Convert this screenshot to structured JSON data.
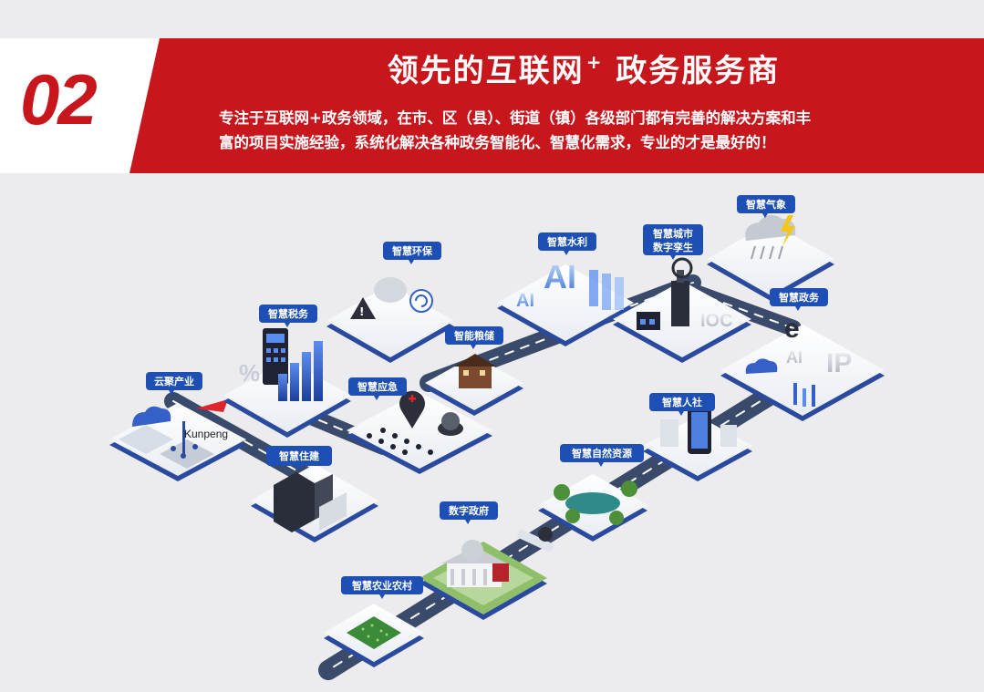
{
  "header": {
    "number": "02",
    "title_main": "领先的互联网",
    "title_sup": "+",
    "title_tail": "政务服务商",
    "desc_line1": "专注于互联网+政务领域，在市、区（县）、街道（镇）各级部门都有完善的解决方案和丰",
    "desc_line2": "富的项目实施经验，系统化解决各种政务智能化、智慧化需求，专业的才是最好的！"
  },
  "tiles": {
    "cloud_industry": "云聚产业",
    "tax": "智慧税务",
    "environment": "智慧环保",
    "water": "智慧水利",
    "city_twin_l1": "智慧城市",
    "city_twin_l2": "数字孪生",
    "weather": "智慧气象",
    "gov_affairs": "智慧政务",
    "grain": "智能粮储",
    "emergency": "智慧应急",
    "housing": "智慧住建",
    "hr": "智慧人社",
    "natural_resources": "智慧自然资源",
    "digital_gov": "数字政府",
    "agriculture": "智慧农业农村"
  },
  "decor": {
    "kunpeng": "Kunpeng",
    "ai_small": "AI",
    "ai_big": "AI",
    "ioc": "IOC",
    "e_letter": "e",
    "ai_gov": "AI",
    "ip": "IP"
  },
  "colors": {
    "brand_red": "#c8161d",
    "tag_blue": "#1d4fb4",
    "road": "#3a4a6b"
  }
}
